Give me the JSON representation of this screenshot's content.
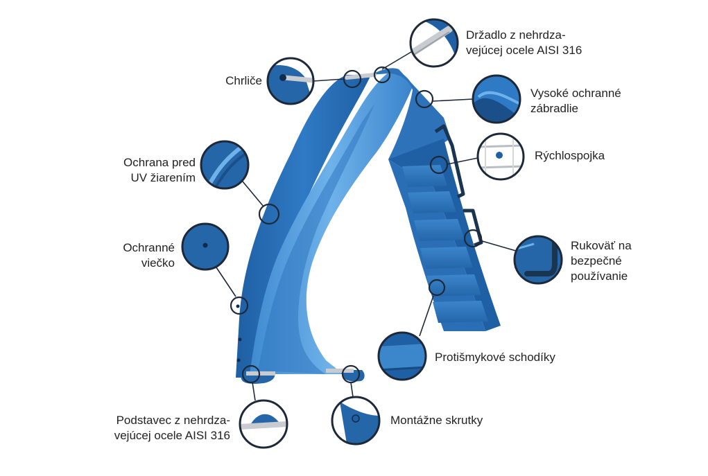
{
  "colors": {
    "slide_dark": "#1f5fa3",
    "slide_mid": "#2f7ac4",
    "slide_light": "#5da6e4",
    "steel": "#c8ccd0",
    "ring": "#1d2838",
    "leader": "#1d2838",
    "text": "#222222"
  },
  "callouts": [
    {
      "id": "handle",
      "lines": [
        "Držadlo z nehrdza-",
        "vejúcej ocele AISI 316"
      ]
    },
    {
      "id": "sprinklers",
      "lines": [
        "Chrliče"
      ]
    },
    {
      "id": "high-rail",
      "lines": [
        "Vysoké ochranné",
        "zábradlie"
      ]
    },
    {
      "id": "quick-coupler",
      "lines": [
        "Rýchlospojka"
      ]
    },
    {
      "id": "uv",
      "lines": [
        "Ochrana  pred",
        "UV žiarením"
      ]
    },
    {
      "id": "cap",
      "lines": [
        "Ochranné",
        "viečko"
      ]
    },
    {
      "id": "grip",
      "lines": [
        "Rukoväť na",
        "bezpečné",
        "používanie"
      ]
    },
    {
      "id": "steps",
      "lines": [
        "Protišmykové schodíky"
      ]
    },
    {
      "id": "base",
      "lines": [
        "Podstavec z nehrdza-",
        "vejúcej ocele AISI 316"
      ]
    },
    {
      "id": "screws",
      "lines": [
        "Montážne skrutky"
      ]
    }
  ]
}
